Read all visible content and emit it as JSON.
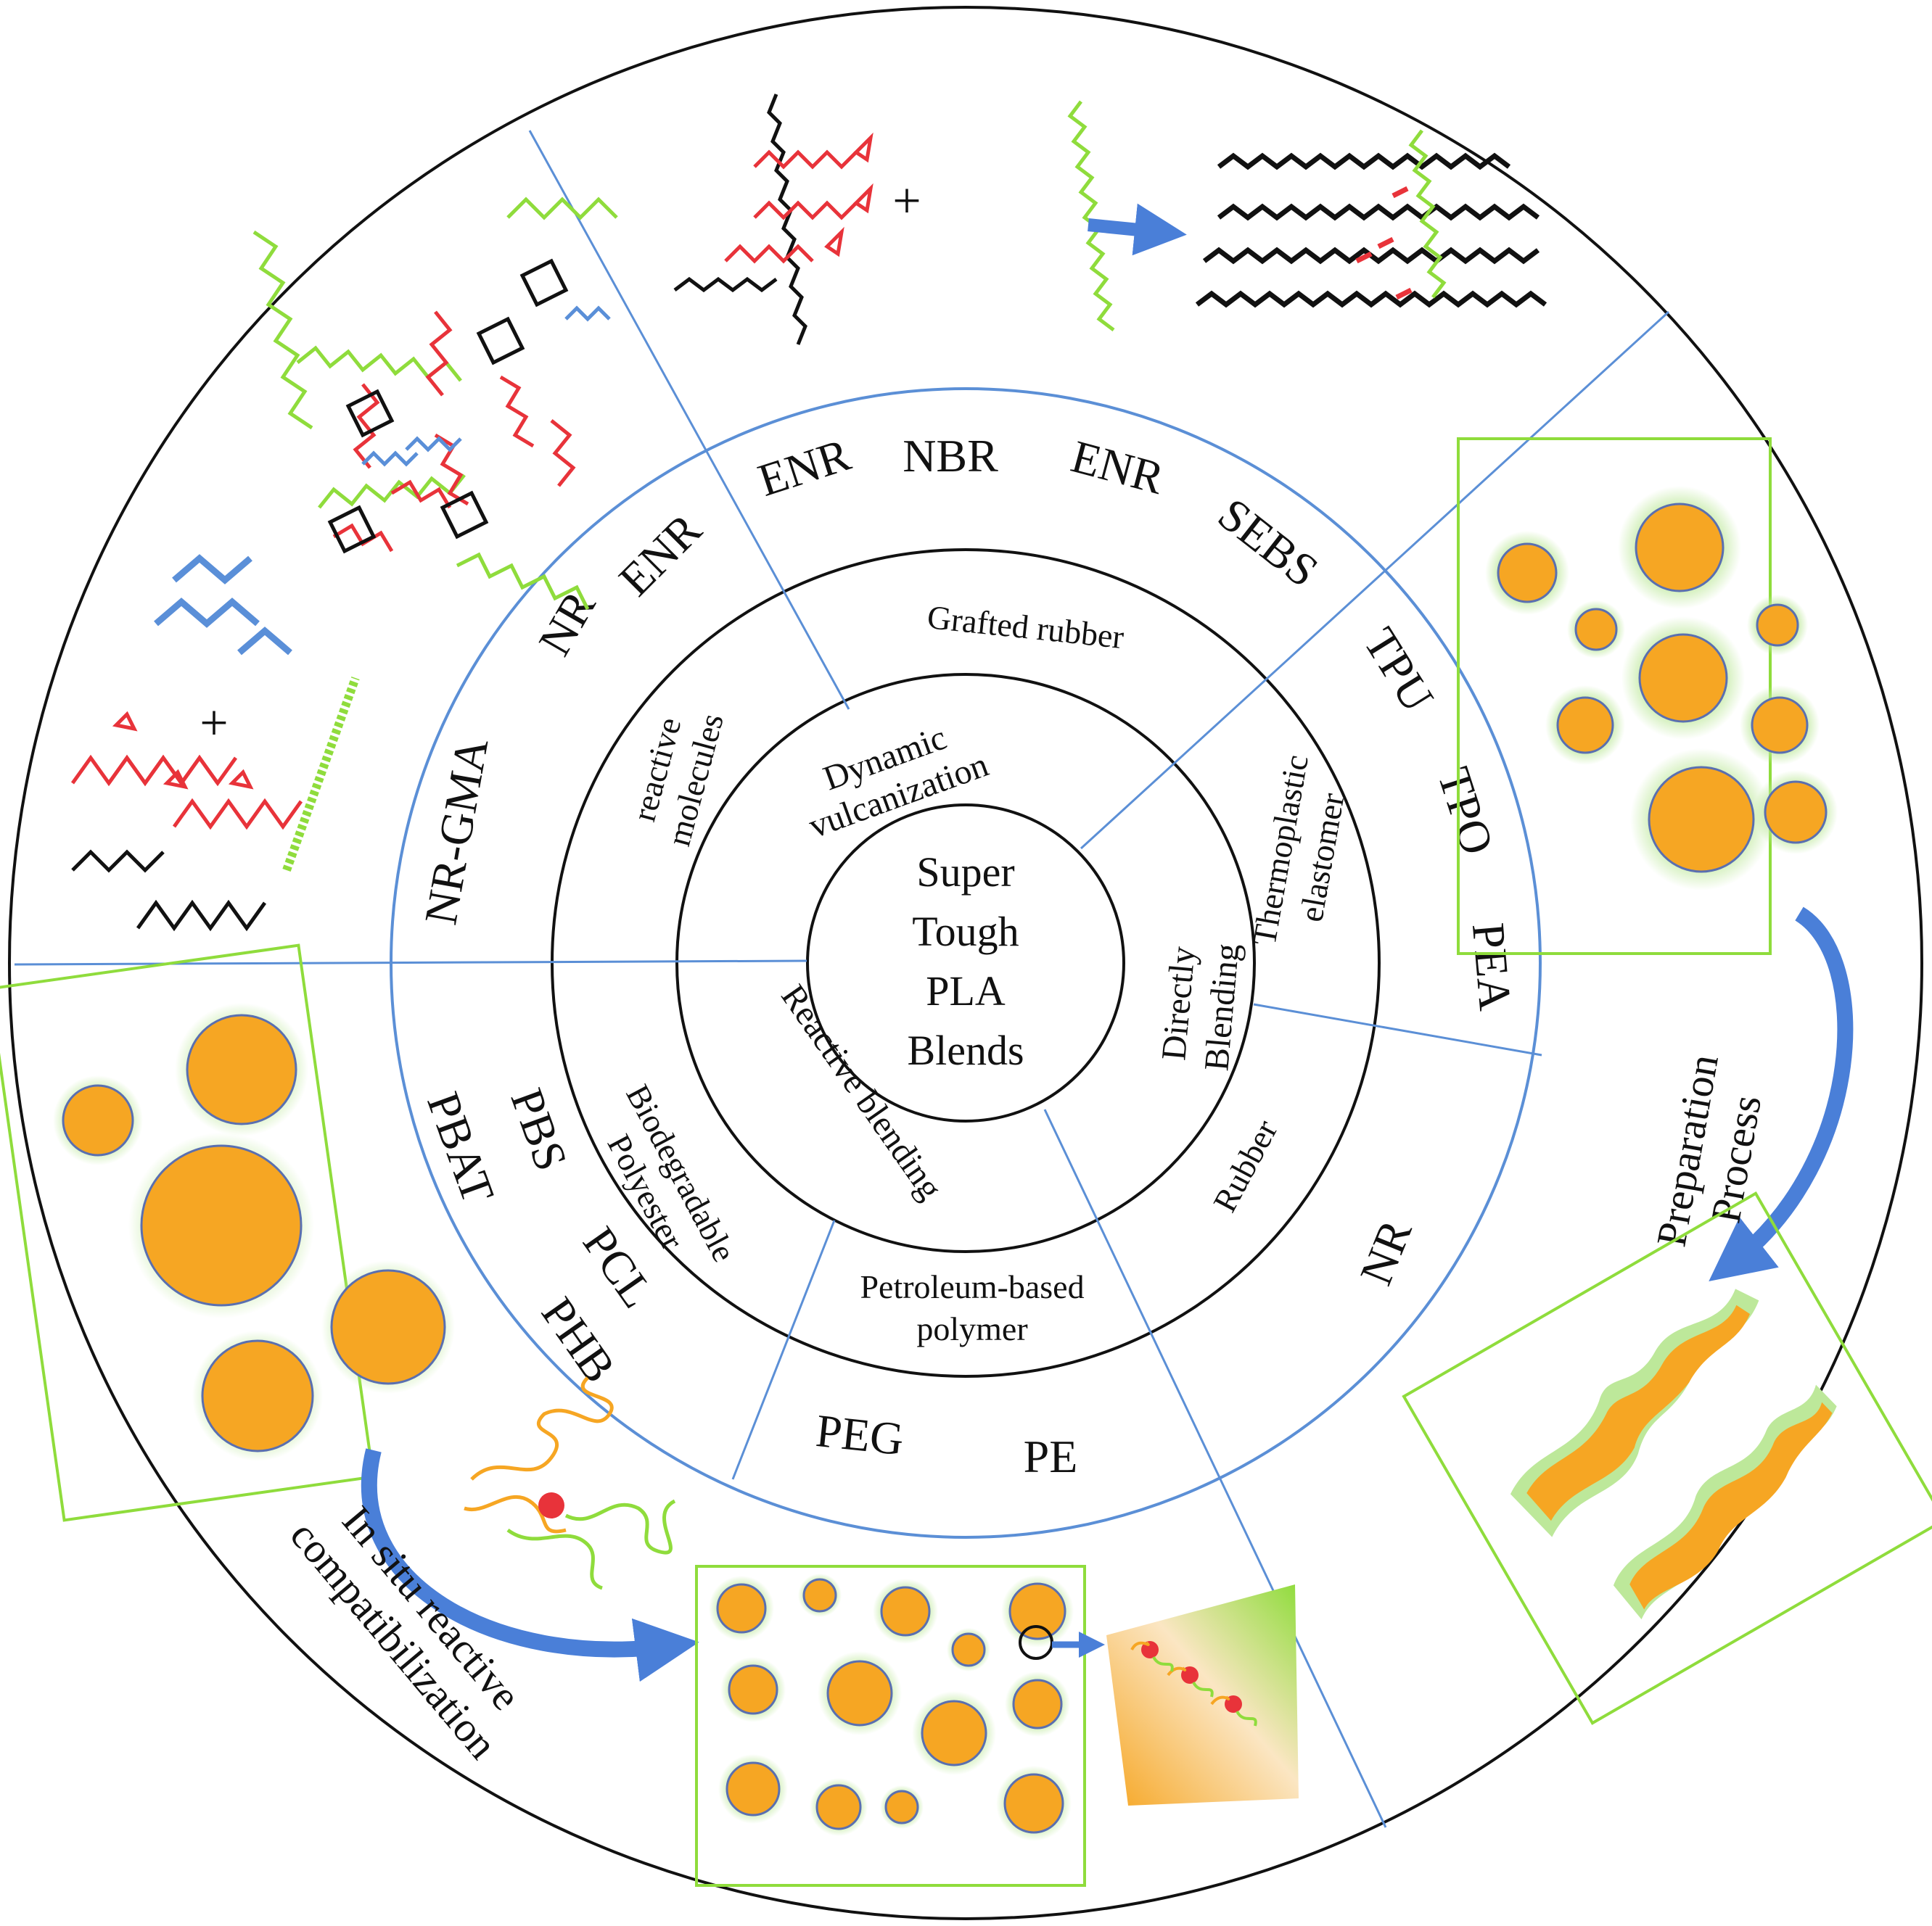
{
  "center": {
    "lines": [
      "Super",
      "Tough",
      "PLA",
      "Blends"
    ]
  },
  "methods": {
    "dynamic_vulcanization": [
      "Dynamic",
      "vulcanization"
    ],
    "directly_blending": [
      "Directly",
      "Blending"
    ],
    "reactive_blending": "Reactive blending"
  },
  "categories": {
    "reactive_molecules": [
      "reactive",
      "molecules"
    ],
    "grafted_rubber": "Grafted rubber",
    "thermoplastic_elastomer": [
      "Thermoplastic",
      "elastomer"
    ],
    "rubber": "Rubber",
    "petroleum_based_polymer": [
      "Petroleum-based",
      "polymer"
    ],
    "biodegradable_polyester": [
      "Biodegradable",
      "Polyester"
    ]
  },
  "materials": {
    "m1": "NR-GMA",
    "m2": "NR",
    "m3": "ENR",
    "m4": "ENR",
    "m5": "NBR",
    "m6": "ENR",
    "m7": "SEBS",
    "m8": "TPU",
    "m9": "TPO",
    "m10": "PEA",
    "m11": "NR",
    "m12": "PEG",
    "m13": "PE",
    "m14": "PBS",
    "m15": "PBAT",
    "m16": "PCL",
    "m17": "PHB"
  },
  "processes": {
    "preparation": [
      "Preparation",
      "Process"
    ],
    "insitu": [
      "In situ reactive",
      "compatibilization"
    ]
  },
  "colors": {
    "ring_blue": "#5b8fd6",
    "ring_black": "#111111",
    "chain_red": "#e8333a",
    "chain_green": "#8fdc3c",
    "chain_blue": "#5a8fd8",
    "particle_orange": "#f6a623",
    "halo_green": "#bde89a",
    "arrow_blue": "#4a7fd8"
  }
}
